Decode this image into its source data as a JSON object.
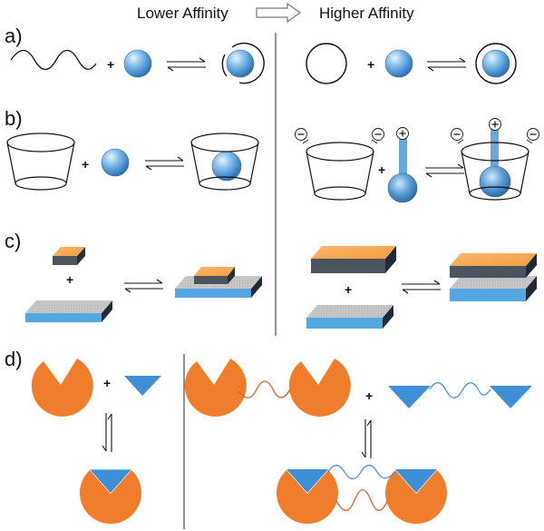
{
  "header": {
    "lower_affinity": "Lower Affinity",
    "higher_affinity": "Higher Affinity"
  },
  "panels": {
    "a": "a)",
    "b": "b)",
    "c": "c)",
    "d": "d)"
  },
  "symbols": {
    "plus": "+",
    "positive_charge": "+",
    "negative_charge": "−"
  },
  "colors": {
    "sphere_blue": "#5ba3da",
    "stick_blue": "#6aa8dc",
    "slab_blue": "#54a7e0",
    "orange": "#ef7d2b",
    "tile_orange": "#f8a956",
    "dark_gray": "#4b5560",
    "light_gray": "#c4c4c4",
    "triangle_blue": "#3d8fd6"
  }
}
